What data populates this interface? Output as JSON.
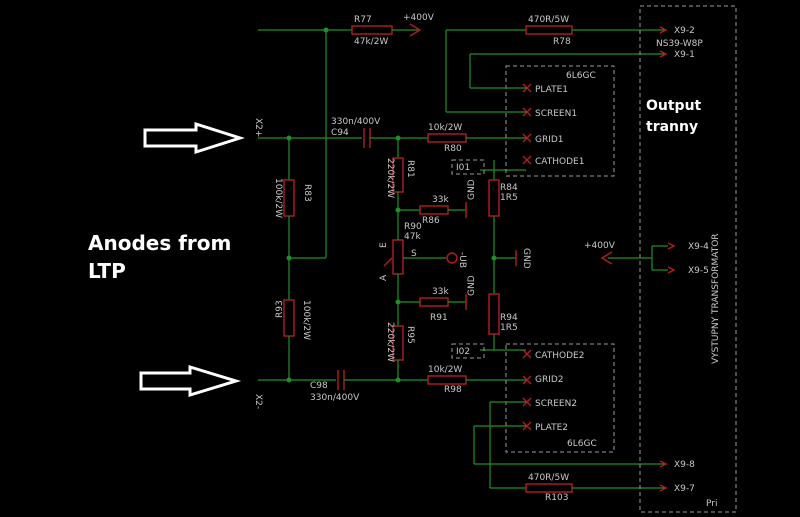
{
  "annotations": {
    "anodes_line1": "Anodes from",
    "anodes_line2": "LTP",
    "output_line1": "Output",
    "output_line2": "tranny"
  },
  "components": {
    "r77": {
      "ref": "R77",
      "value": "47k/2W"
    },
    "r78": {
      "ref": "R78",
      "value": "470R/5W"
    },
    "r80": {
      "ref": "R80",
      "value": "10k/2W"
    },
    "r81": {
      "ref": "R81",
      "value": "220k/2W"
    },
    "r83": {
      "ref": "R83",
      "value": "100k/2W"
    },
    "r84": {
      "ref": "R84",
      "value": "1R5"
    },
    "r86": {
      "ref": "R86",
      "value": "33k"
    },
    "r90": {
      "ref": "R90",
      "value": "47k"
    },
    "r91": {
      "ref": "R91",
      "value": "33k"
    },
    "r93": {
      "ref": "R93",
      "value": "100k/2W"
    },
    "r94": {
      "ref": "R94",
      "value": "1R5"
    },
    "r95": {
      "ref": "R95",
      "value": "220k/2W"
    },
    "r98": {
      "ref": "R98",
      "value": "10k/2W"
    },
    "r103": {
      "ref": "R103",
      "value": "470R/5W"
    },
    "c94": {
      "ref": "C94",
      "value": "330n/400V"
    },
    "c98": {
      "ref": "C98",
      "value": "330n/400V"
    }
  },
  "tubes": {
    "upper": {
      "ref": "I01",
      "type": "6L6GC",
      "pins": [
        "PLATE1",
        "SCREEN1",
        "GRID1",
        "CATHODE1"
      ]
    },
    "lower": {
      "ref": "I02",
      "type": "6L6GC",
      "pins": [
        "CATHODE2",
        "GRID2",
        "SCREEN2",
        "PLATE2"
      ]
    }
  },
  "supplies": {
    "b_plus_top": "+400V",
    "b_plus_trafo": "+400V",
    "bias": "-UB",
    "gnd": "GND"
  },
  "potentiometer": {
    "pin_a": "A",
    "pin_e": "E",
    "pin_s": "S"
  },
  "connectors": {
    "header": "NS39-W8P",
    "x9_1": "X9-1",
    "x9_2": "X9-2",
    "x9_4": "X9-4",
    "x9_5": "X9-5",
    "x9_7": "X9-7",
    "x9_8": "X9-8"
  },
  "transformer": {
    "name": "VYSTUPNY TRANSFORMATOR",
    "pri": "Pri"
  },
  "net_labels": {
    "upper_input": "X2+",
    "lower_input": "X2-"
  }
}
